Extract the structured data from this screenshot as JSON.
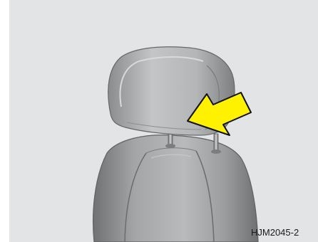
{
  "figure": {
    "code": "HJM2045-2",
    "colors": {
      "background": "#e3e4e6",
      "seat": "#8f9193",
      "arrow_fill": "#fff200",
      "arrow_stroke": "#111111"
    },
    "icons": [
      "headrest",
      "headrest-post",
      "seat-back",
      "arrow-icon"
    ]
  }
}
